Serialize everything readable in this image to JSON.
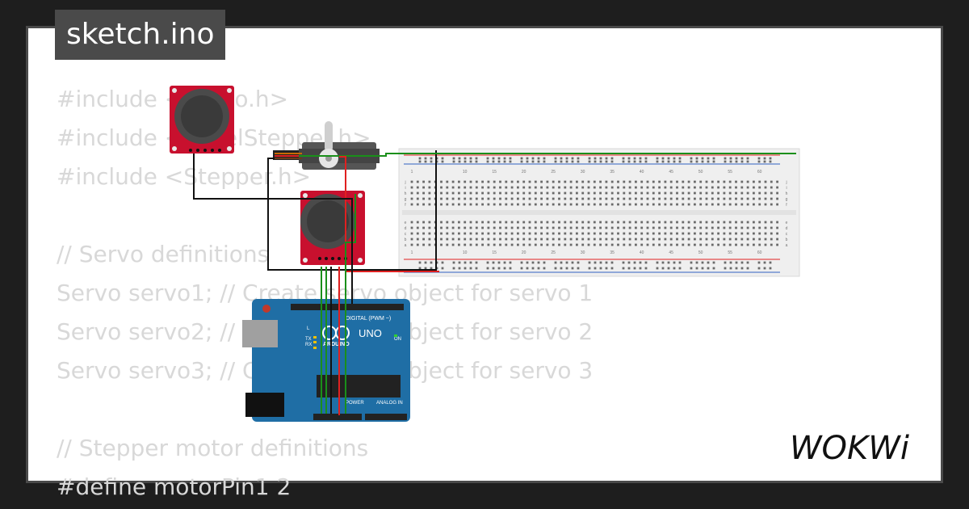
{
  "file_tab": {
    "label": "sketch.ino"
  },
  "code_lines": [
    "#include <Servo.h>",
    "#include <AccelStepper.h>",
    "#include <Stepper.h>",
    "",
    "// Servo definitions",
    "Servo servo1; // Create servo object for servo 1",
    "Servo servo2; // Create servo object for servo 2",
    "Servo servo3; // Create servo object for servo 3",
    "",
    "// Stepper motor definitions",
    "#define motorPin1 2"
  ],
  "board": {
    "brand": "ARDUINO",
    "model": "UNO",
    "digital_header": "DIGITAL (PWM ~)",
    "power_header": "POWER",
    "analog_header": "ANALOG IN",
    "led_l": "L",
    "led_tx": "TX",
    "led_rx": "RX",
    "led_on": "ON"
  },
  "breadboard": {
    "column_numbers": [
      "1",
      "10",
      "15",
      "20",
      "25",
      "30",
      "35",
      "40",
      "45",
      "50",
      "55",
      "60"
    ],
    "row_letters": [
      "a",
      "b",
      "c",
      "d",
      "e",
      "f",
      "g",
      "h",
      "i",
      "j"
    ]
  },
  "logo": {
    "text": "WOKWi"
  },
  "colors": {
    "background": "#1e1e1e",
    "card": "#ffffff",
    "tab": "#4a4a4a",
    "code_text": "#d8d8d8",
    "board_blue": "#1f6ea5",
    "joystick_red": "#c8102e",
    "breadboard": "#efefef",
    "wire_red": "#e02020",
    "wire_green": "#1a8f1a",
    "wire_black": "#111111"
  }
}
